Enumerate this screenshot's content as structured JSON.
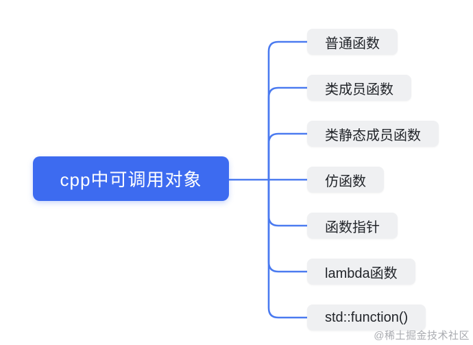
{
  "mindmap": {
    "root": {
      "label": "cpp中可调用对象"
    },
    "children": [
      {
        "label": "普通函数"
      },
      {
        "label": "类成员函数"
      },
      {
        "label": "类静态成员函数"
      },
      {
        "label": "仿函数"
      },
      {
        "label": "函数指针"
      },
      {
        "label": "lambda函数"
      },
      {
        "label": "std::function()"
      }
    ]
  },
  "watermark": {
    "text": "@稀土掘金技术社区"
  },
  "colors": {
    "root_bg": "#3d6bf0",
    "root_text": "#ffffff",
    "child_bg": "#eff0f2",
    "child_text": "#212429",
    "connector": "#4a7af0",
    "watermark_text": "#a9abb0",
    "background": "#ffffff"
  }
}
